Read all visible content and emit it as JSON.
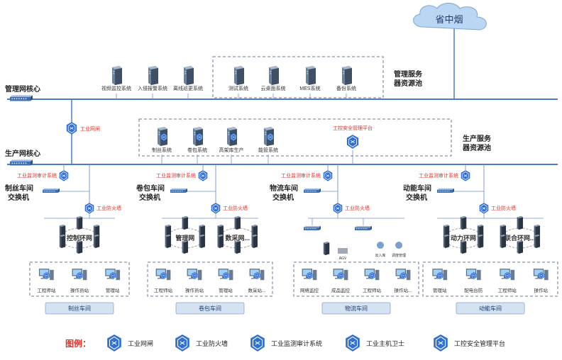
{
  "cloud": {
    "label": "省中烟"
  },
  "core": {
    "mgmt": "管理网核心",
    "prod": "生产网核心"
  },
  "gateway": {
    "label": "工业网闸"
  },
  "mgmt_pool": {
    "title_line1": "管理服务",
    "title_line2": "器资源池",
    "outside": [
      "视频监控系统",
      "入侵报警系统",
      "离线巡更系统"
    ],
    "inside": [
      "测试系统",
      "云桌面系统",
      "MES系统",
      "备份系统"
    ]
  },
  "prod_pool": {
    "title_line1": "生产服务",
    "title_line2": "器资源池",
    "servers": [
      "制丝系统",
      "卷包系统",
      "高架库生产",
      "能管系统"
    ],
    "platform": "工控安全管理平台"
  },
  "workshops": [
    {
      "audit": "工业监测审计系统",
      "switch_line1": "制丝车间",
      "switch_line2": "交换机",
      "firewall": "工业防火墙",
      "rings": [
        "控制环网"
      ],
      "stations": [
        "工程师站",
        "操作员站",
        "管理站"
      ],
      "name": "制丝车间"
    },
    {
      "audit": "工业监测审计系统",
      "switch_line1": "卷包车间",
      "switch_line2": "交换机",
      "firewall": "工业防火墙",
      "rings": [
        "管理网",
        "数采网..."
      ],
      "stations": [
        "工程师站",
        "操作员站",
        "管理站",
        "数采站..."
      ],
      "name": "卷包车间"
    },
    {
      "audit": "工业监测审计系统",
      "switch_line1": "物流车间",
      "switch_line2": "交换机",
      "firewall": "工业防火墙",
      "rings": [],
      "devices": [
        "AGV",
        "出入库",
        "调度管理"
      ],
      "stations": [
        "网络监控",
        "成品监控",
        "工程师站",
        "操作站..."
      ],
      "name": "物流车间"
    },
    {
      "audit": "工业监测审计系统",
      "switch_line1": "动能车间",
      "switch_line2": "交换机",
      "firewall": "工业防火墙",
      "rings": [
        "动力环网",
        "联合环网..."
      ],
      "stations": [
        "管理站",
        "配电台防",
        "工程师站",
        "操作站"
      ],
      "name": "动能车间"
    }
  ],
  "legend": {
    "title": "图例：",
    "items": [
      "工业网闸",
      "工业防火墙",
      "工业监测审计系统",
      "工业主机卫士",
      "工控安全管理平台"
    ]
  },
  "colors": {
    "backbone": "#4a7bc4",
    "accent": "#e0312b",
    "shield": "#2f6fd6",
    "server": "#5d6f86"
  }
}
